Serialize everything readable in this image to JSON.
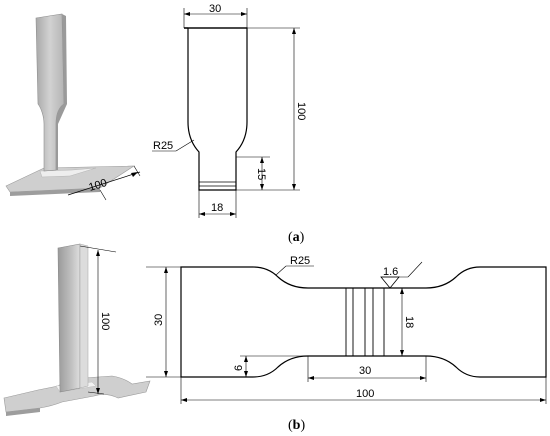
{
  "captions": {
    "a_open": "(",
    "a_letter": "a",
    "a_close": ")",
    "b_open": "(",
    "b_letter": "b",
    "b_close": ")"
  },
  "part_a": {
    "width_top": "30",
    "height_total": "100",
    "radius": "R25",
    "height_bottom": "15",
    "width_bottom": "18",
    "base_length": "100"
  },
  "part_b": {
    "radius": "R25",
    "weld_size": "1.6",
    "height_total": "30",
    "neck_width": "18",
    "shoulder": "6",
    "gauge_length": "30",
    "length_total": "100",
    "model_height": "100"
  },
  "colors": {
    "line": "#000000",
    "model_face": "#c8c8c8",
    "model_dark": "#8c8c8c",
    "model_light": "#e6e6e6",
    "weld": "#f2f2f2"
  }
}
